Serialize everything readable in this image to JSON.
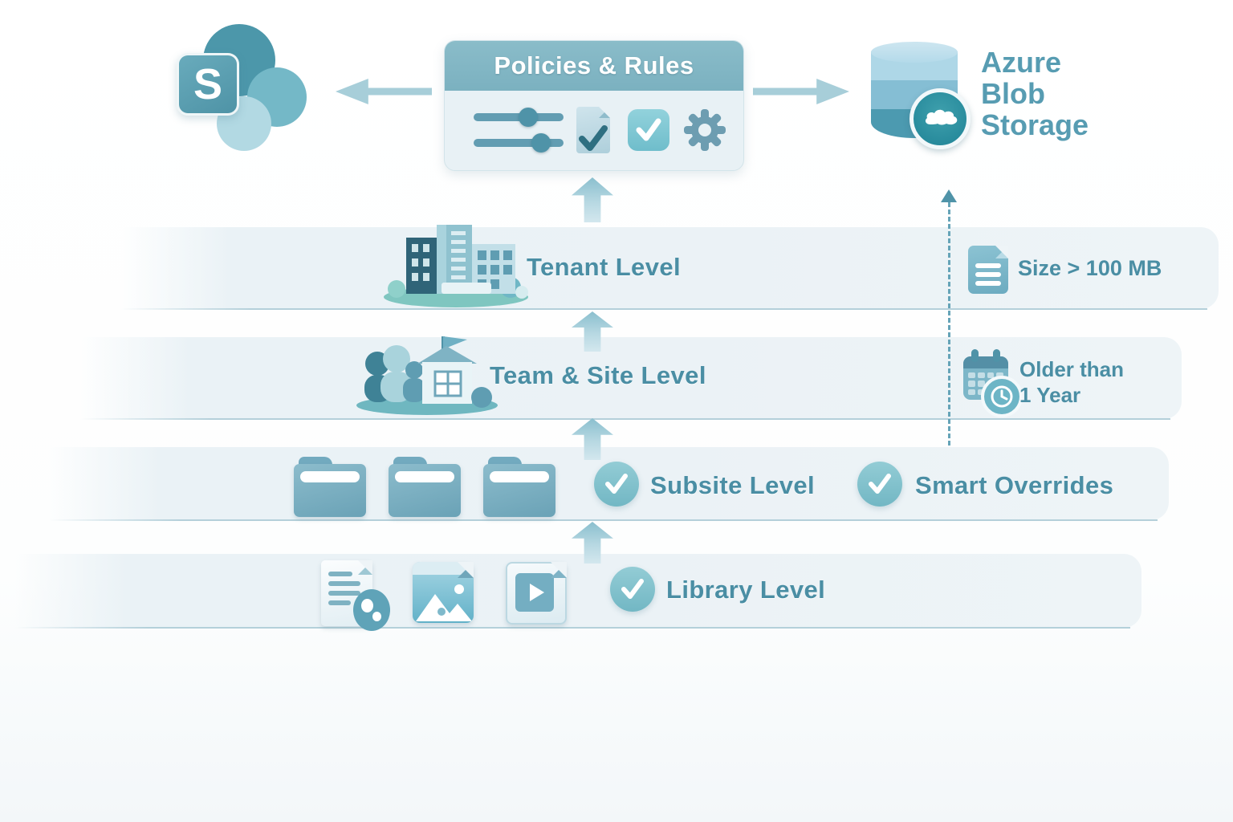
{
  "sharepoint": {
    "letter": "S"
  },
  "policies_box": {
    "title": "Policies & Rules",
    "icons": [
      "sliders-icon",
      "document-check-icon",
      "checkbox-icon",
      "gear-icon"
    ]
  },
  "azure": {
    "line1": "Azure",
    "line2": "Blob",
    "line3": "Storage",
    "icon": "storage-cylinder-icon"
  },
  "levels": [
    {
      "label": "Tenant Level",
      "icon": "buildings-icon"
    },
    {
      "label": "Team & Site Level",
      "icon": "team-site-icon"
    },
    {
      "label": "Subsite Level",
      "icon": "folders-icon"
    },
    {
      "label": "Library Level",
      "icon": "files-icon"
    }
  ],
  "rules": {
    "size": "Size > 100 MB",
    "age_line1": "Older than",
    "age_line2": "1 Year",
    "smart": "Smart Overrides"
  },
  "colors": {
    "accent_text": "#4a8ea4",
    "band_background": "#eaf2f6",
    "policies_header": "#7bb1c0",
    "arrow": "#a7ced9",
    "check_badge": "#72b7c4",
    "azure_text": "#579cb2",
    "dashed_line": "#66a4b8"
  }
}
